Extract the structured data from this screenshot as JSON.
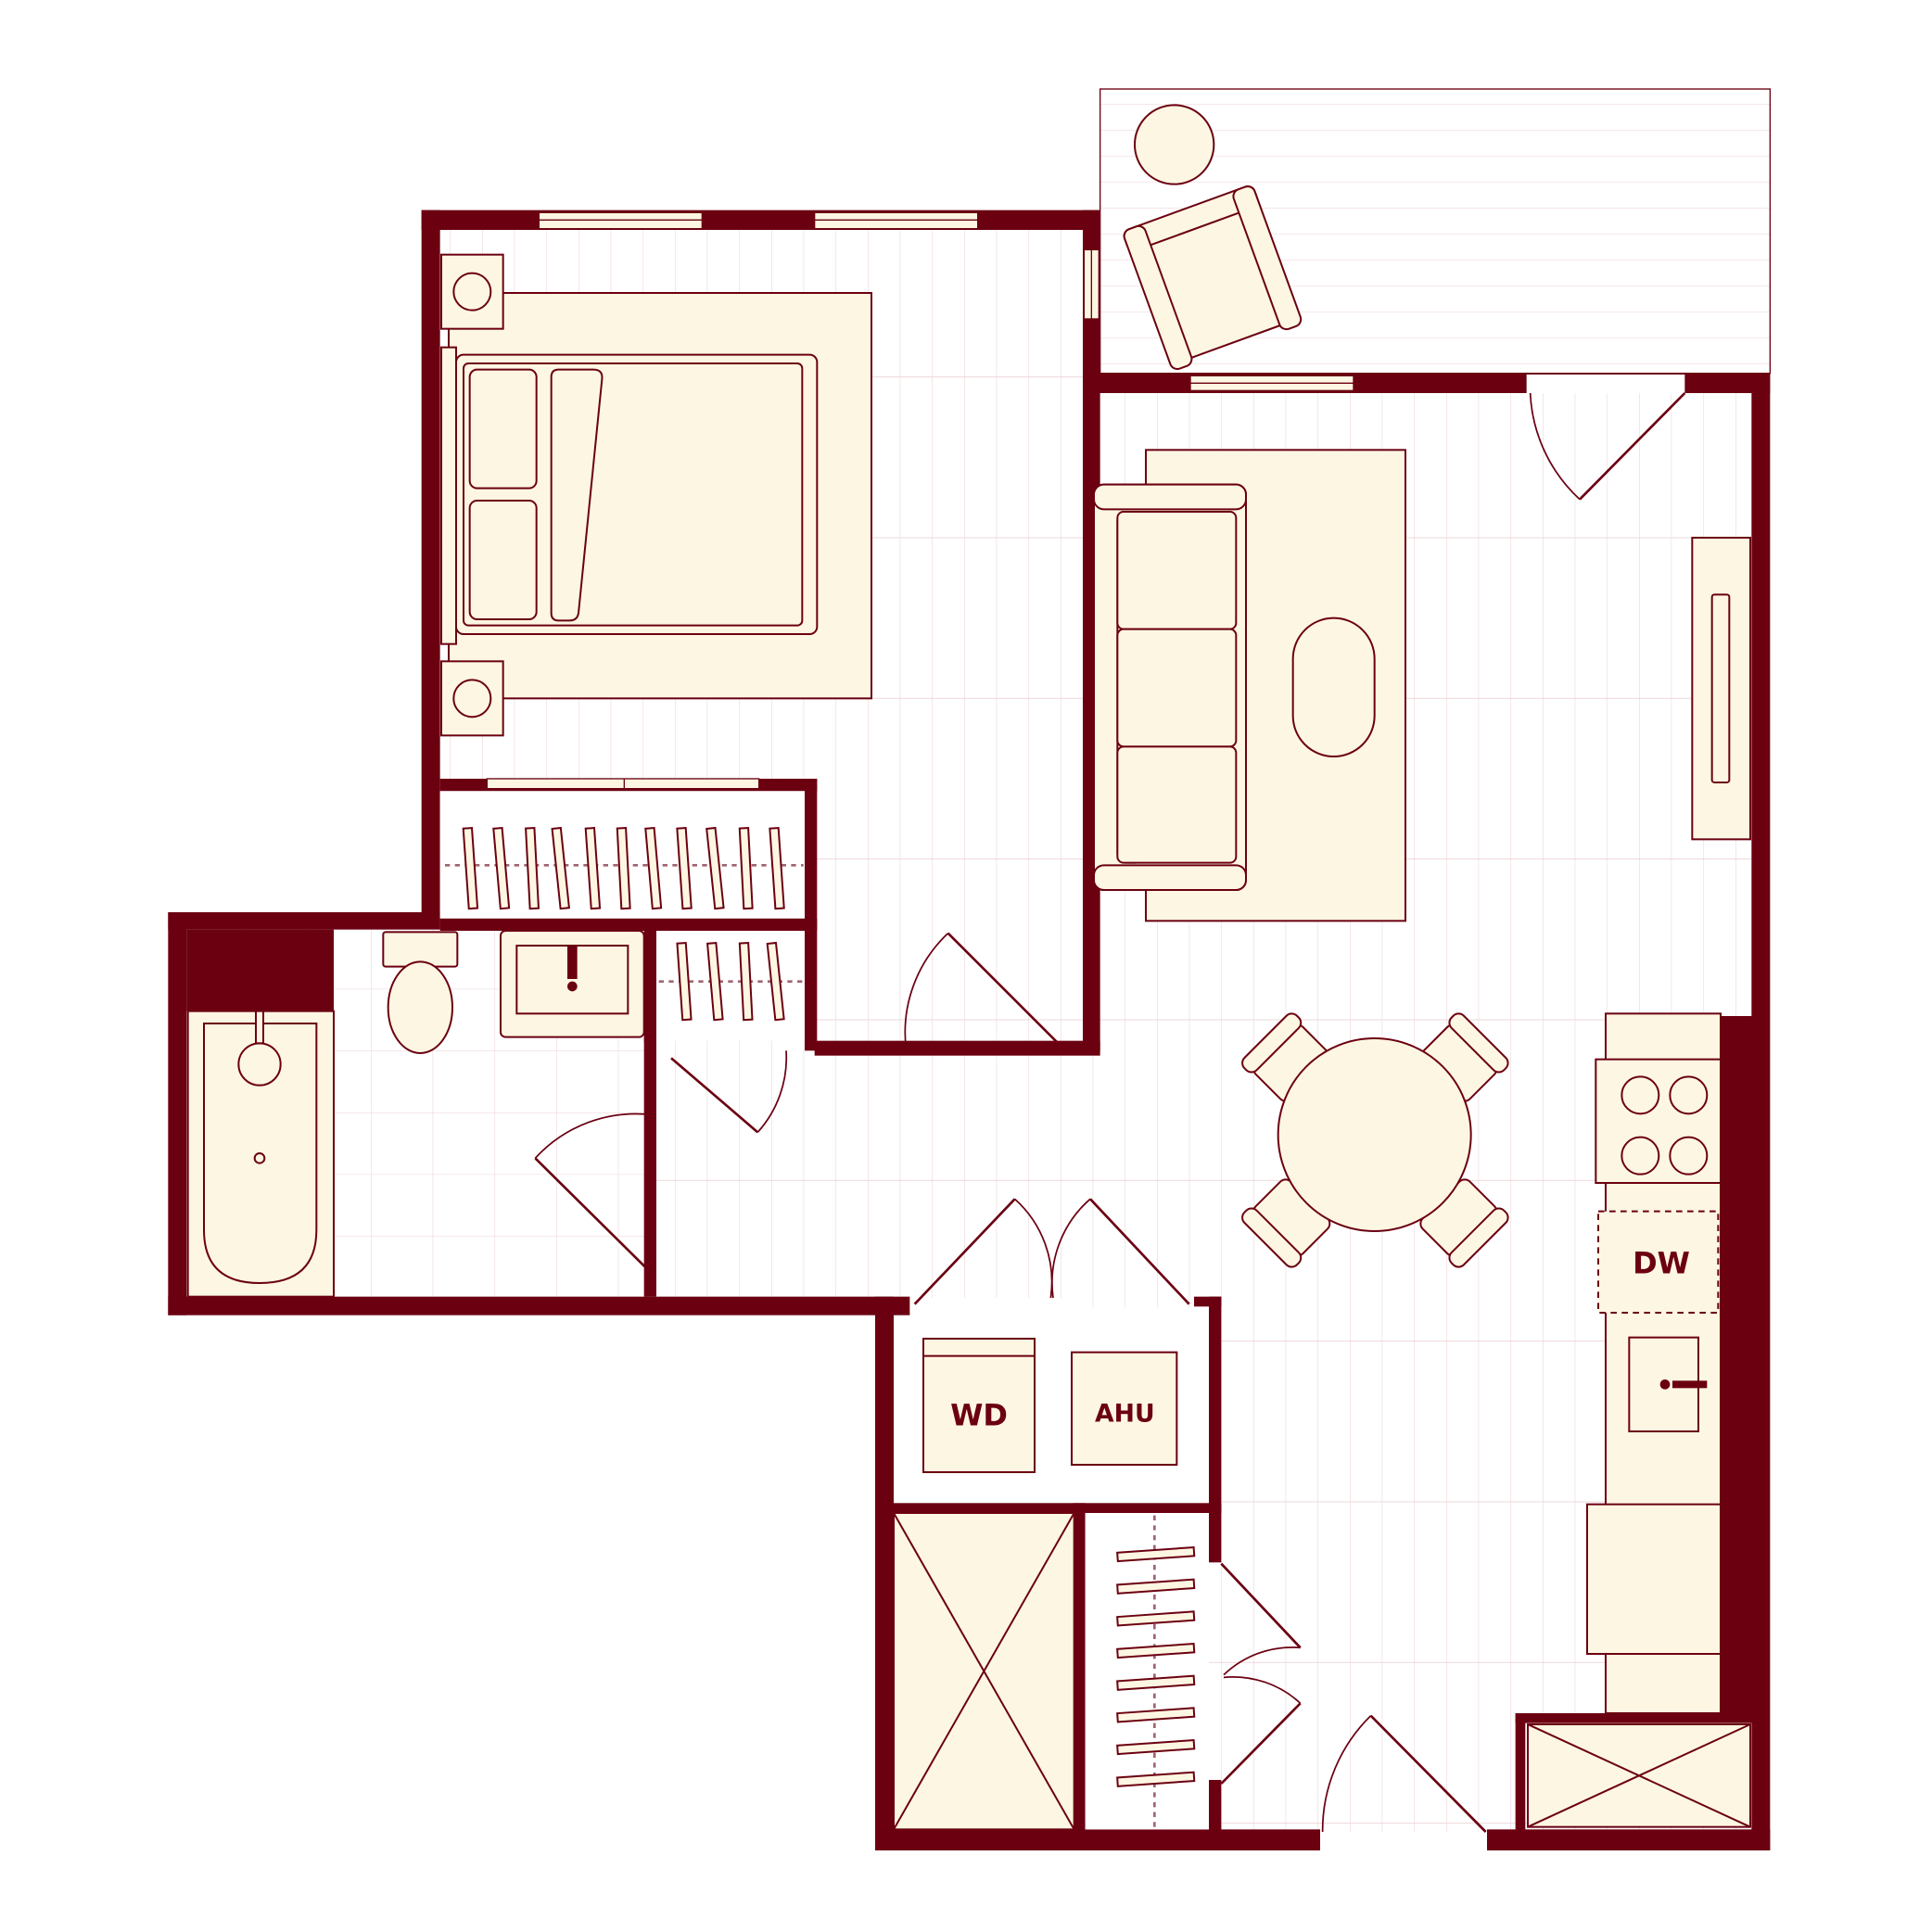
{
  "colors": {
    "wall": "#6b0011",
    "fixture_fill": "#fdf6e2",
    "floor_fill": "#ffffff",
    "floor_line": "#ecd2d5",
    "line": "#6b0011",
    "hanger_rod": "#a06470"
  },
  "labels": {
    "washer_dryer": "WD",
    "air_handler": "AHU",
    "dishwasher": "DW"
  }
}
